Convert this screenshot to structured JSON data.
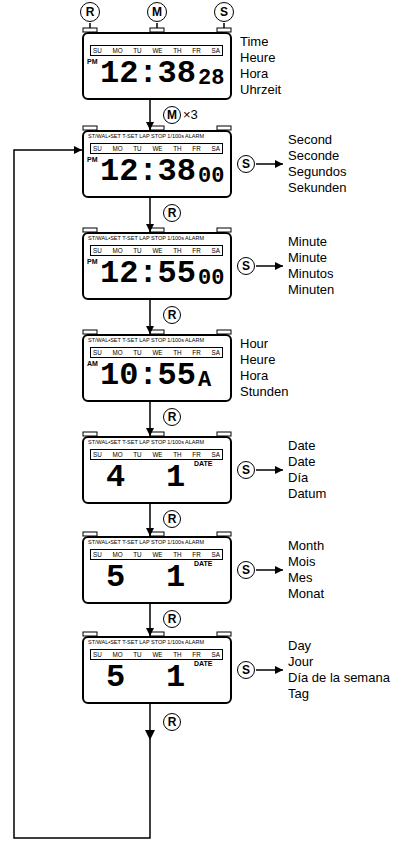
{
  "diagram": {
    "nodes": [
      {
        "text": [
          "R"
        ]
      },
      {
        "text": [
          "M"
        ]
      },
      {
        "text": [
          "S"
        ]
      },
      {
        "text": [
          "SU MO TU WE TH FR SA",
          "PM",
          "12:38",
          "28"
        ]
      },
      {
        "text": [
          "M"
        ]
      },
      {
        "text": [
          "ST/WAL•SET T-SET LAP STOP 1/100s ALARM",
          "SU MO TU WE TH FR SA",
          "PM",
          "12:38",
          "00"
        ]
      },
      {
        "text": [
          "S"
        ]
      },
      {
        "text": [
          "R"
        ]
      },
      {
        "text": [
          "ST/WAL•SET T-SET LAP STOP 1/100s ALARM",
          "SU MO TU WE TH FR SA",
          "PM",
          "12:55",
          "00"
        ]
      },
      {
        "text": [
          "S"
        ]
      },
      {
        "text": [
          "R"
        ]
      },
      {
        "text": [
          "ST/WAL•SET T-SET LAP STOP 1/100s ALARM",
          "SU MO TU WE TH FR SA",
          "AM",
          "10:55",
          "A"
        ]
      },
      {
        "text": [
          "R"
        ]
      },
      {
        "text": [
          "ST/WAL•SET T-SET LAP STOP 1/100s ALARM",
          "SU MO TU WE TH FR SA",
          "4",
          "1",
          "DATE"
        ]
      },
      {
        "text": [
          "S"
        ]
      },
      {
        "text": [
          "R"
        ]
      },
      {
        "text": [
          "ST/WAL•SET T-SET LAP STOP 1/100s ALARM",
          "SU MO TU WE TH FR SA",
          "5",
          "1",
          "DATE"
        ]
      },
      {
        "text": [
          "S"
        ]
      },
      {
        "text": [
          "R"
        ]
      },
      {
        "text": [
          "ST/WAL•SET T-SET LAP STOP 1/100s ALARM",
          "SU MO TU WE TH FR SA",
          "5",
          "1",
          "DATE"
        ]
      },
      {
        "text": [
          "S"
        ]
      },
      {
        "text": [
          "R"
        ]
      }
    ],
    "edges": [
      {
        "from": 3,
        "to": 5,
        "arrow": "to"
      },
      {
        "from": 5,
        "to": 8,
        "arrow": "to"
      },
      {
        "from": 8,
        "to": 11,
        "arrow": "to"
      },
      {
        "from": 11,
        "to": 13,
        "arrow": "to"
      },
      {
        "from": 13,
        "to": 16,
        "arrow": "to"
      },
      {
        "from": 16,
        "to": 19,
        "arrow": "to"
      },
      {
        "from": 19,
        "to": 5,
        "arrow": "to"
      }
    ],
    "labels": [
      "×3",
      "Time",
      "Heure",
      "Hora",
      "Uhrzeit",
      "Second",
      "Seconde",
      "Segundos",
      "Sekunden",
      "Minute",
      "Minute",
      "Minutos",
      "Minuten",
      "Hour",
      "Heure",
      "Hora",
      "Stunden",
      "Date",
      "Date",
      "Día",
      "Datum",
      "Month",
      "Mois",
      "Mes",
      "Monat",
      "Day",
      "Jour",
      "Día de la semana",
      "Tag"
    ]
  }
}
